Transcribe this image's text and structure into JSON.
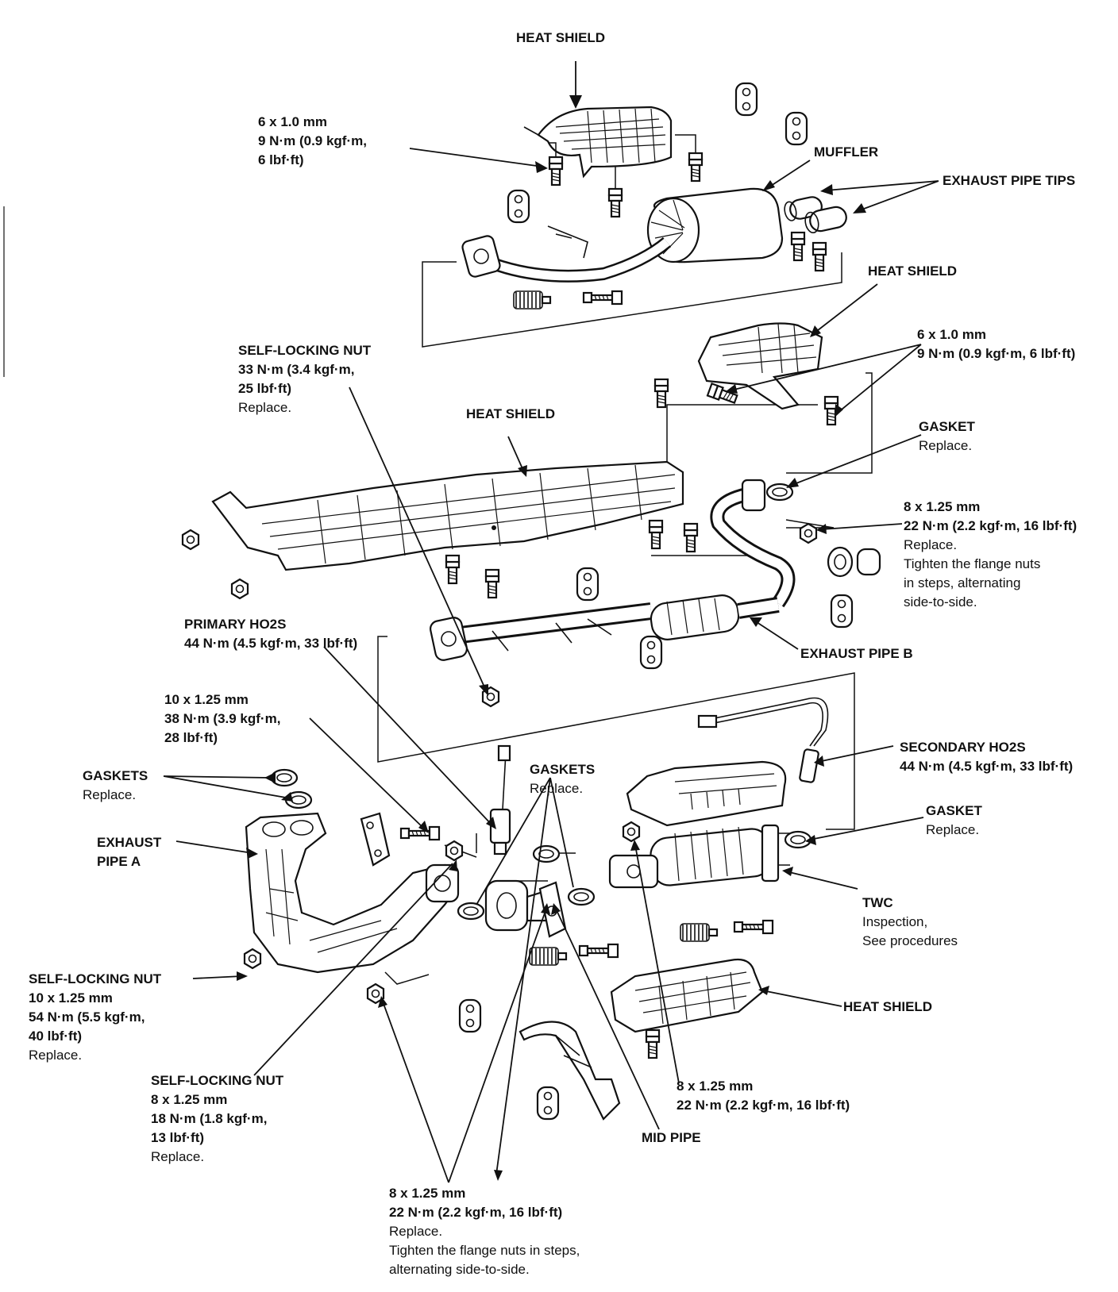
{
  "labels": {
    "heat_shield_top": {
      "lines": [
        "HEAT SHIELD"
      ]
    },
    "bolt_6x1_top": {
      "lines": [
        "6 x 1.0 mm",
        "9 N·m (0.9 kgf·m,",
        "6 lbf·ft)"
      ]
    },
    "muffler": {
      "lines": [
        "MUFFLER"
      ]
    },
    "exhaust_pipe_tips": {
      "lines": [
        "EXHAUST PIPE TIPS"
      ]
    },
    "heat_shield_right": {
      "lines": [
        "HEAT SHIELD"
      ]
    },
    "bolt_6x1_right": {
      "lines": [
        "6 x 1.0 mm",
        "9 N·m (0.9 kgf·m, 6 lbf·ft)"
      ]
    },
    "self_locking_nut_top": {
      "lines": [
        "SELF-LOCKING NUT",
        "33 N·m (3.4 kgf·m,",
        "25 lbf·ft)"
      ],
      "note": "Replace."
    },
    "heat_shield_mid": {
      "lines": [
        "HEAT SHIELD"
      ]
    },
    "gasket_top": {
      "lines": [
        "GASKET"
      ],
      "note": "Replace."
    },
    "bolt_8x125_right": {
      "lines": [
        "8 x 1.25 mm",
        "22 N·m (2.2 kgf·m, 16 lbf·ft)"
      ],
      "notes": [
        "Replace.",
        "Tighten the flange nuts",
        "in steps, alternating",
        "side-to-side."
      ]
    },
    "primary_ho2s": {
      "lines": [
        "PRIMARY HO2S",
        "44 N·m (4.5 kgf·m, 33 lbf·ft)"
      ]
    },
    "exhaust_pipe_b": {
      "lines": [
        "EXHAUST PIPE B"
      ]
    },
    "bolt_10x125": {
      "lines": [
        "10 x 1.25 mm",
        "38 N·m (3.9 kgf·m,",
        "28 lbf·ft)"
      ]
    },
    "gaskets_left": {
      "lines": [
        "GASKETS"
      ],
      "note": "Replace."
    },
    "gaskets_mid": {
      "lines": [
        "GASKETS"
      ],
      "note": "Replace."
    },
    "secondary_ho2s": {
      "lines": [
        "SECONDARY HO2S",
        "44 N·m (4.5 kgf·m, 33 lbf·ft)"
      ]
    },
    "exhaust_pipe_a": {
      "lines": [
        "EXHAUST",
        "PIPE A"
      ]
    },
    "gasket_right": {
      "lines": [
        "GASKET"
      ],
      "note": "Replace."
    },
    "twc": {
      "lines": [
        "TWC"
      ],
      "notes": [
        "Inspection,",
        "See procedures"
      ]
    },
    "self_locking_nut_left": {
      "lines": [
        "SELF-LOCKING NUT",
        "10 x 1.25 mm",
        "54 N·m (5.5 kgf·m,",
        "40 lbf·ft)"
      ],
      "note": "Replace."
    },
    "heat_shield_bottom": {
      "lines": [
        "HEAT SHIELD"
      ]
    },
    "self_locking_nut_bottom": {
      "lines": [
        "SELF-LOCKING NUT",
        "8 x 1.25 mm",
        "18 N·m (1.8 kgf·m,",
        "13 lbf·ft)"
      ],
      "note": "Replace."
    },
    "bolt_8x125_mid": {
      "lines": [
        "8 x 1.25 mm",
        "22 N·m (2.2 kgf·m, 16 lbf·ft)"
      ]
    },
    "mid_pipe": {
      "lines": [
        "MID PIPE"
      ]
    },
    "bolt_8x125_bottom": {
      "lines": [
        "8 x 1.25 mm",
        "22 N·m (2.2 kgf·m, 16 lbf·ft)"
      ],
      "notes": [
        "Replace.",
        "Tighten the flange nuts in steps,",
        "alternating side-to-side."
      ]
    }
  }
}
